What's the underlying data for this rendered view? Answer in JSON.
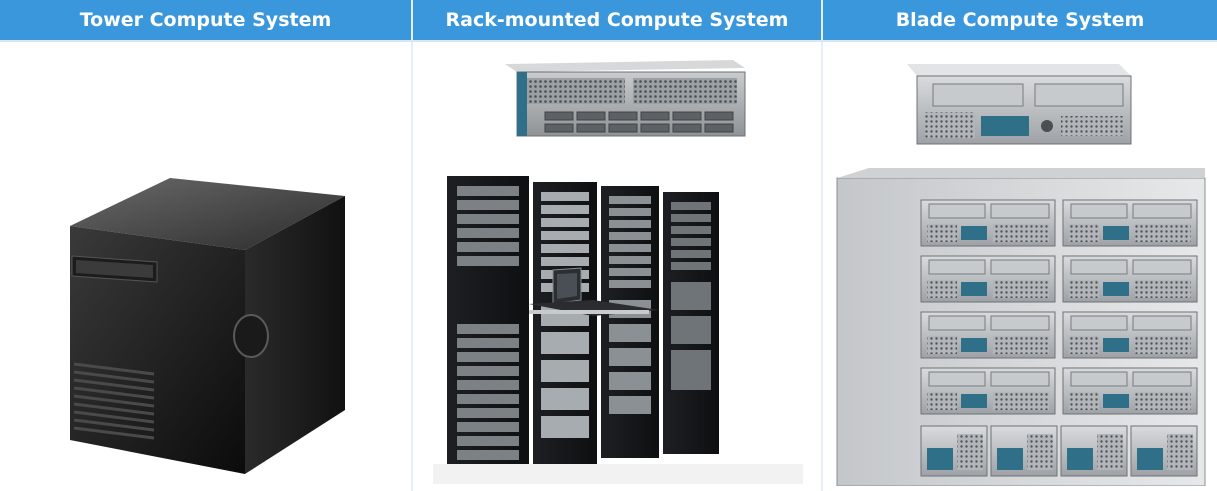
{
  "columns": [
    {
      "header": "Tower Compute System",
      "image": "tower-server-icon"
    },
    {
      "header": "Rack-mounted Compute System",
      "image": "rack-server-icon"
    },
    {
      "header": "Blade Compute System",
      "image": "blade-server-icon"
    }
  ],
  "colors": {
    "header_bg": "#3a97dc",
    "header_text": "#ffffff",
    "accent_blue": "#2f6f88"
  }
}
